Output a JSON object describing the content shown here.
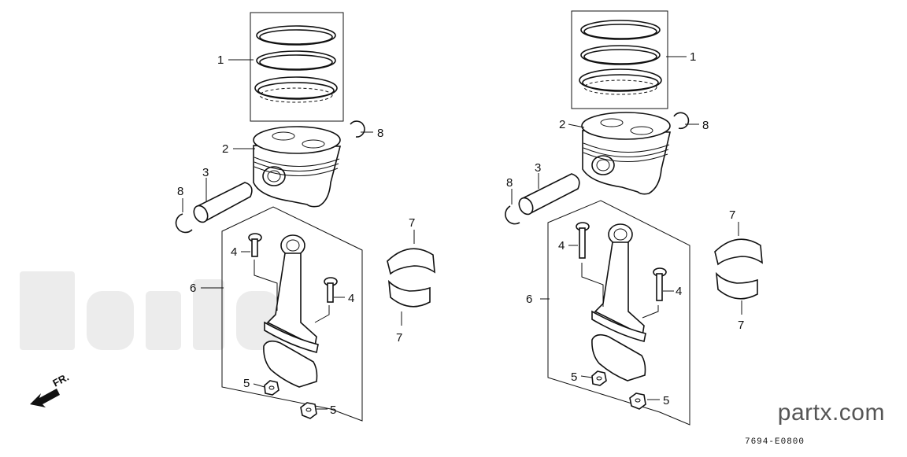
{
  "diagram": {
    "drawing_code": "7694-E0800",
    "front_indicator": "FR.",
    "watermark": "partx.com"
  },
  "callouts": {
    "left": [
      "1",
      "2",
      "3",
      "8",
      "8",
      "4",
      "4",
      "6",
      "7",
      "7",
      "5",
      "5"
    ],
    "right": [
      "1",
      "2",
      "3",
      "8",
      "8",
      "4",
      "4",
      "6",
      "7",
      "7",
      "5",
      "5"
    ]
  }
}
